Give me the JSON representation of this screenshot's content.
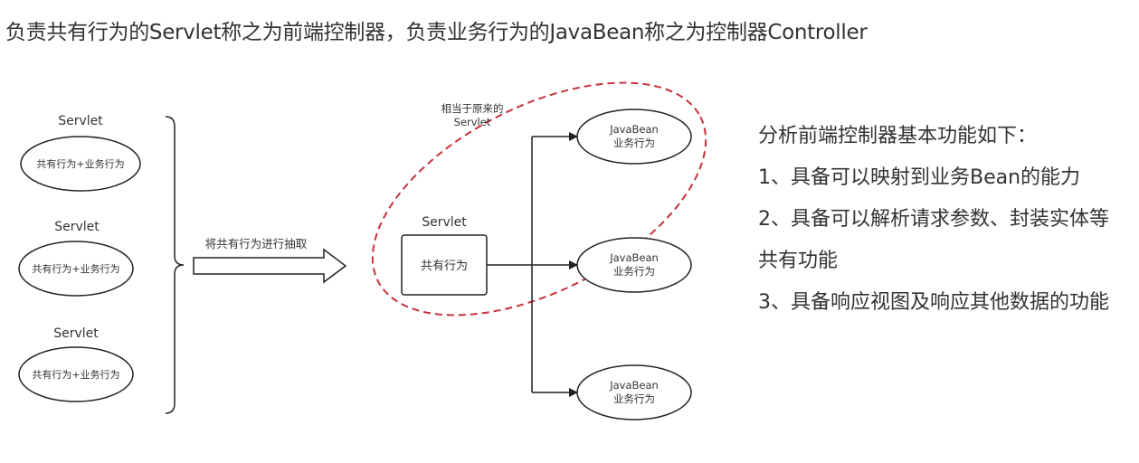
{
  "header": {
    "text": "负责共有行为的Servlet称之为前端控制器，负责业务行为的JavaBean称之为控制器Controller"
  },
  "left_group": {
    "items": [
      {
        "title": "Servlet",
        "body": "共有行为+业务行为"
      },
      {
        "title": "Servlet",
        "body": "共有行为+业务行为"
      },
      {
        "title": "Servlet",
        "body": "共有行为+业务行为"
      }
    ]
  },
  "arrow": {
    "label": "将共有行为进行抽取"
  },
  "front_controller": {
    "annotation_line1": "相当于原来的",
    "annotation_line2": "Servlet",
    "title": "Servlet",
    "body": "共有行为"
  },
  "beans": [
    {
      "line1": "JavaBean",
      "line2": "业务行为"
    },
    {
      "line1": "JavaBean",
      "line2": "业务行为"
    },
    {
      "line1": "JavaBean",
      "line2": "业务行为"
    }
  ],
  "notes": {
    "heading": "分析前端控制器基本功能如下：",
    "item1": "1、具备可以映射到业务Bean的能力",
    "item2": "2、具备可以解析请求参数、封装实体等共有功能",
    "item3": "3、具备响应视图及响应其他数据的功能"
  },
  "colors": {
    "stroke": "#222222",
    "dashed_highlight": "#c8323c",
    "text": "#333333"
  }
}
